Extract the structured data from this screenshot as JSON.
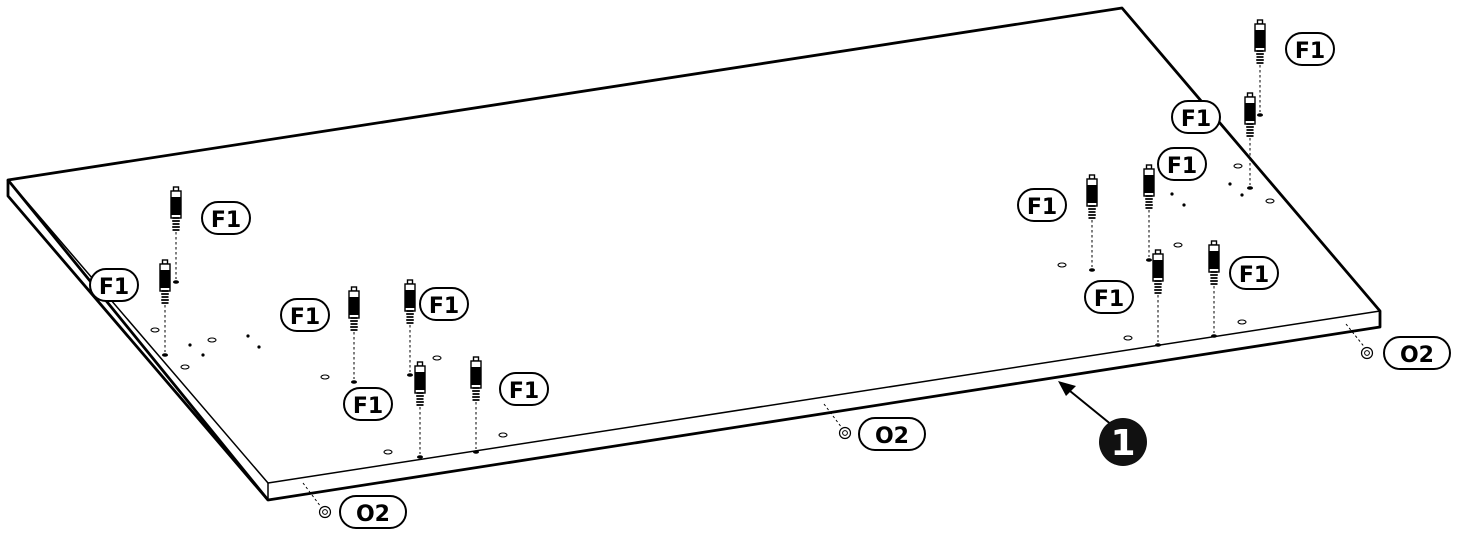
{
  "diagram": {
    "panel_label": "1",
    "colors": {
      "ink": "#000000",
      "paper": "#ffffff",
      "badge_fill": "#111111",
      "badge_text": "#ffffff"
    },
    "icons": [
      "cam-bolt-icon",
      "cam-lock-icon",
      "arrow-icon"
    ],
    "parts": [
      {
        "id": "f1",
        "label": "F1",
        "count": 12
      },
      {
        "id": "o2",
        "label": "O2",
        "count": 3
      }
    ]
  }
}
